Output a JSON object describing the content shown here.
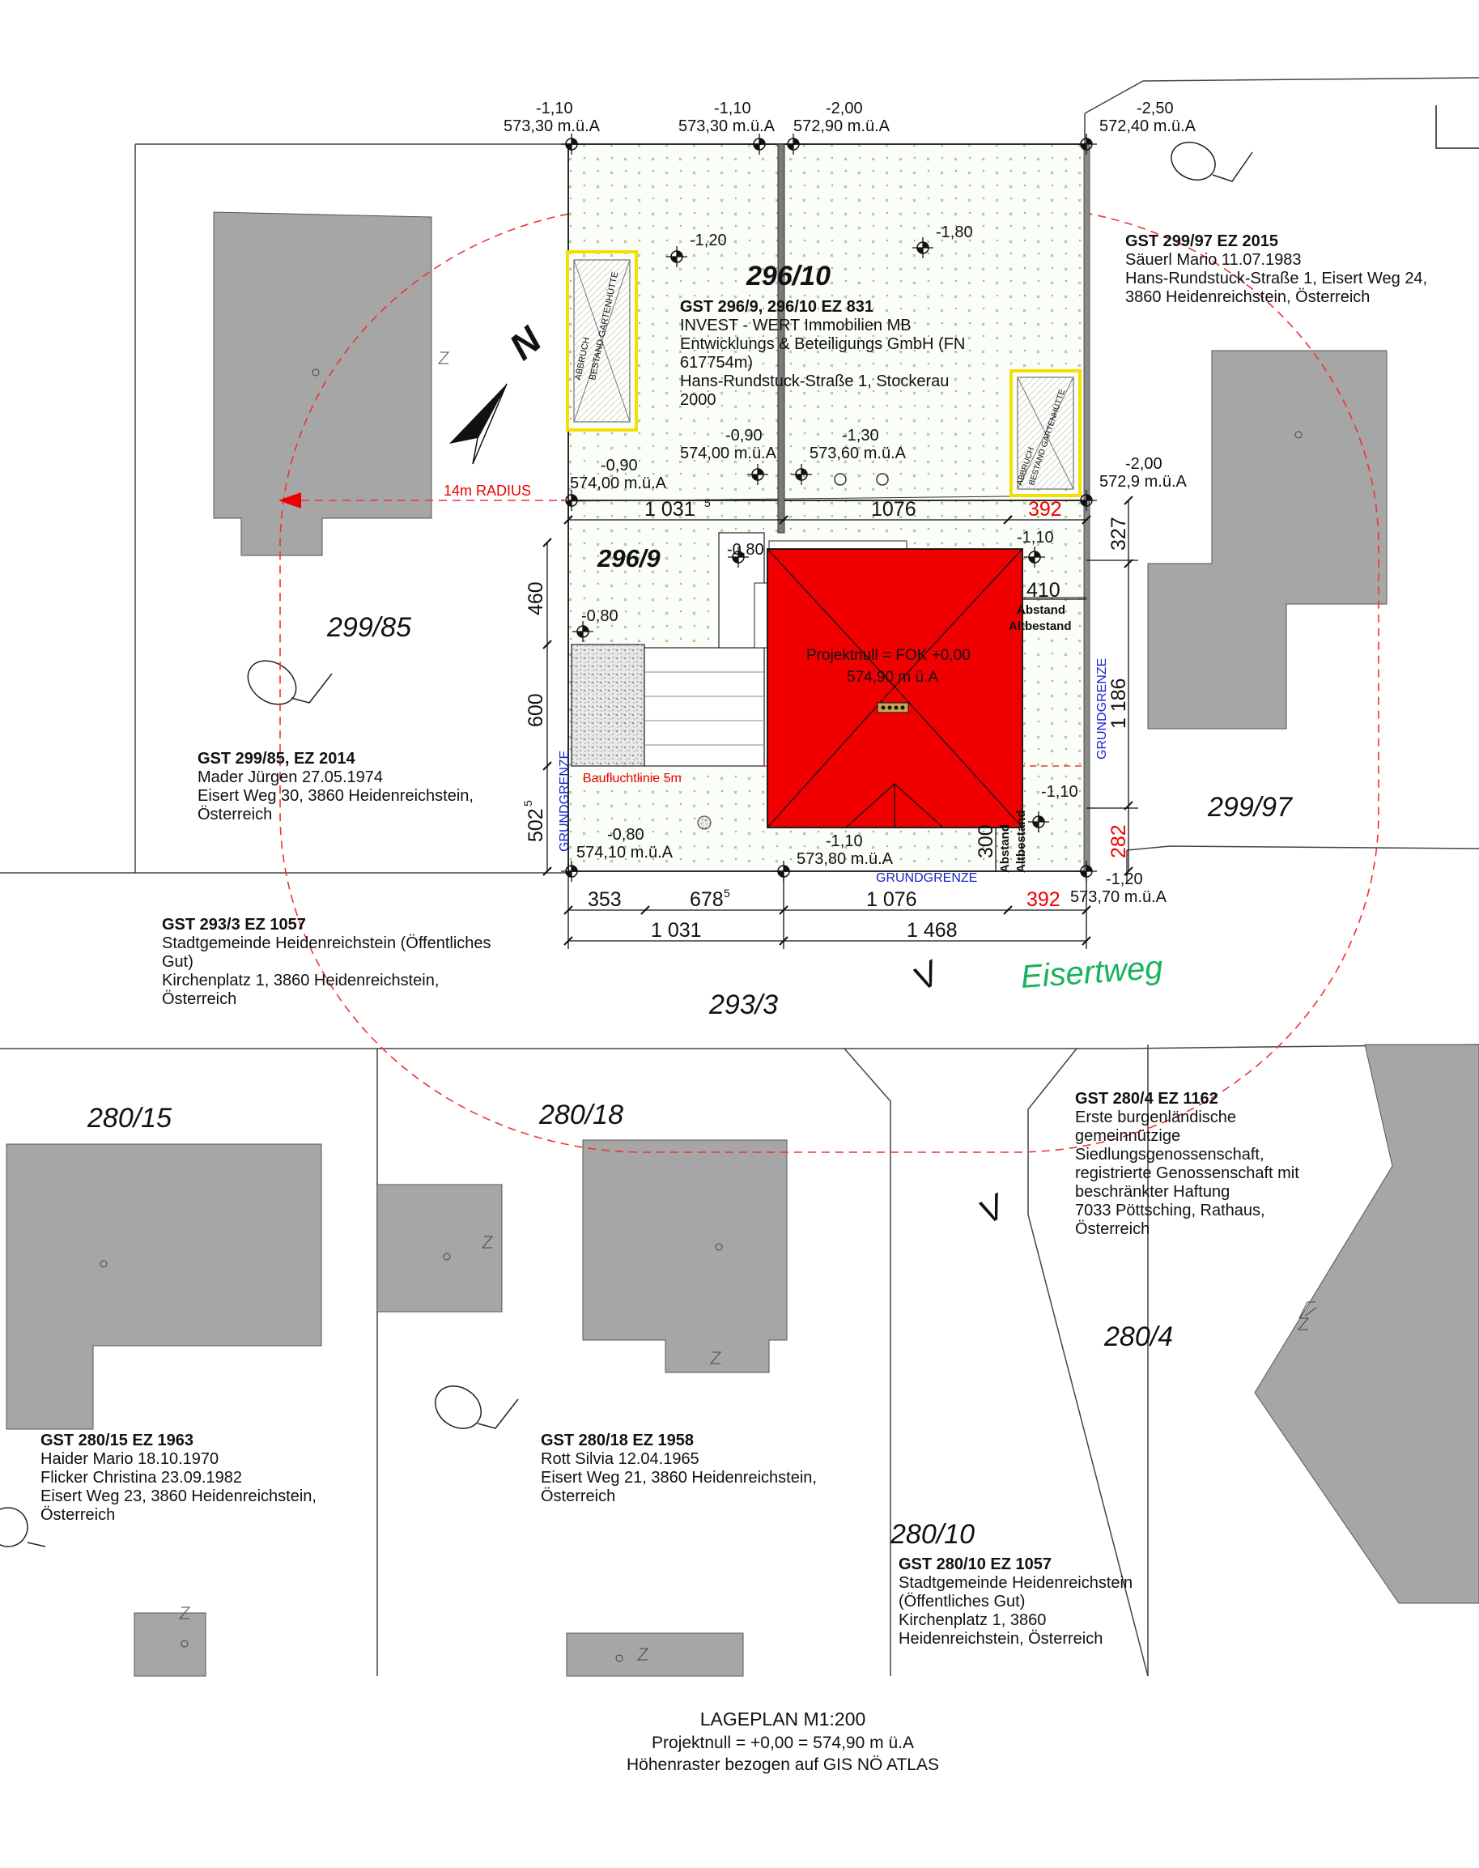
{
  "elevations": [
    {
      "id": "tl-110",
      "rel": "-1,10",
      "abs": "573,30 m.ü.A"
    },
    {
      "id": "tm-110",
      "rel": "-1,10",
      "abs": "573,30 m.ü.A"
    },
    {
      "id": "tm-200",
      "rel": "-2,00",
      "abs": "572,90 m.ü.A"
    },
    {
      "id": "tr-250",
      "rel": "-2,50",
      "abs": "572,40 m.ü.A"
    },
    {
      "id": "in-120",
      "rel": "-1,20",
      "abs": ""
    },
    {
      "id": "in-180",
      "rel": "-1,80",
      "abs": ""
    },
    {
      "id": "in-090a",
      "rel": "-0,90",
      "abs": "574,00 m.ü.A"
    },
    {
      "id": "in-130",
      "rel": "-1,30",
      "abs": "573,60 m.ü.A"
    },
    {
      "id": "l-090",
      "rel": "-0,90",
      "abs": "574,00 m.ü.A"
    },
    {
      "id": "r-200",
      "rel": "-2,00",
      "abs": "572,9 m.ü.A"
    },
    {
      "id": "in-080a",
      "rel": "-0,80",
      "abs": ""
    },
    {
      "id": "in-110a",
      "rel": "-1,10",
      "abs": ""
    },
    {
      "id": "in-080b",
      "rel": "-0,80",
      "abs": ""
    },
    {
      "id": "in-110b",
      "rel": "-1,10",
      "abs": ""
    },
    {
      "id": "b-080",
      "rel": "-0,80",
      "abs": "574,10 m.ü.A"
    },
    {
      "id": "b-110",
      "rel": "-1,10",
      "abs": "573,80 m.ü.A"
    },
    {
      "id": "br-120",
      "rel": "-1,20",
      "abs": "573,70 m.ü.A"
    }
  ],
  "parcels": {
    "p296_10": "296/10",
    "p296_9": "296/9",
    "p299_85": "299/85",
    "p299_97": "299/97",
    "p293_3": "293/3",
    "p280_15": "280/15",
    "p280_18": "280/18",
    "p280_4": "280/4",
    "p280_10": "280/10"
  },
  "owners": {
    "gst296": {
      "title": "GST 296/9, 296/10 EZ 831",
      "lines": [
        "INVEST - WERT Immobilien MB",
        "Entwicklungs & Beteiligungs GmbH (FN",
        "617754m)",
        "Hans-Rundstuck-Straße 1, Stockerau",
        "2000"
      ]
    },
    "gst299_97": {
      "title": "GST 299/97 EZ 2015",
      "lines": [
        "Säuerl Mario 11.07.1983",
        "Hans-Rundstuck-Straße 1, Eisert Weg 24,",
        "3860 Heidenreichstein, Österreich"
      ]
    },
    "gst299_85": {
      "title": "GST 299/85, EZ 2014",
      "lines": [
        "Mader Jürgen 27.05.1974",
        "Eisert Weg 30, 3860 Heidenreichstein,",
        "Österreich"
      ]
    },
    "gst293_3": {
      "title": "GST 293/3 EZ 1057",
      "lines": [
        "Stadtgemeinde Heidenreichstein (Öffentliches",
        "Gut)",
        "Kirchenplatz 1, 3860 Heidenreichstein,",
        "Österreich"
      ]
    },
    "gst280_4": {
      "title": "GST 280/4 EZ 1162",
      "lines": [
        "Erste burgenländische",
        "gemeinnützige",
        "Siedlungsgenossenschaft,",
        "registrierte Genossenschaft mit",
        "beschränkter Haftung",
        "7033 Pöttsching, Rathaus,",
        "Österreich"
      ]
    },
    "gst280_15": {
      "title": "GST 280/15 EZ 1963",
      "lines": [
        "Haider Mario 18.10.1970",
        "Flicker Christina 23.09.1982",
        "Eisert Weg 23, 3860 Heidenreichstein,",
        "Österreich"
      ]
    },
    "gst280_18": {
      "title": "GST 280/18 EZ 1958",
      "lines": [
        "Rott Silvia 12.04.1965",
        "Eisert Weg 21, 3860 Heidenreichstein,",
        "Österreich"
      ]
    },
    "gst280_10": {
      "title": "GST 280/10 EZ 1057",
      "lines": [
        "Stadtgemeinde Heidenreichstein",
        "(Öffentliches Gut)",
        "Kirchenplatz 1, 3860",
        "Heidenreichstein, Österreich"
      ]
    }
  },
  "dimensions": {
    "d1031_5": "1 031",
    "d1031_5_sup": "5",
    "d1076_top": "1076",
    "d392_top": "392",
    "d327": "327",
    "d1186": "1 186",
    "d282": "282",
    "d410": "410",
    "d460": "460",
    "d600": "600",
    "d502_5": "502",
    "d502_5_sup": "5",
    "d300": "300",
    "d353": "353",
    "d678_5": "678",
    "d678_5_sup": "5",
    "d1076_bot": "1 076",
    "d392_bot": "392",
    "d1031": "1 031",
    "d1468": "1 468"
  },
  "labels": {
    "radius": "14m RADIUS",
    "projektnull1": "Projektnull = FOK +0,00",
    "projektnull2": "574,90 m ü.A",
    "baufluchtlinie": "Baufluchtlinie 5m",
    "grundgrenze": "GRUNDGRENZE",
    "abstand": "Abstand",
    "altbestand": "Altbestand",
    "abbruch": "ABBRUCH",
    "bestand_gartenhuette": "BESTAND GARTENHÜTTE",
    "north": "N",
    "v": "V",
    "street": "Eisertweg"
  },
  "footer": {
    "title": "LAGEPLAN M1:200",
    "line1": "Projektnull = +0,00 = 574,90 m ü.A",
    "line2": "Höhenraster bezogen auf GIS NÖ ATLAS"
  },
  "colors": {
    "building": "#f00000",
    "neighbor": "#a6a6a6",
    "street": "#17b35a",
    "grenze": "#1525c8",
    "shed": "#f4e000",
    "radius": "#e33"
  }
}
